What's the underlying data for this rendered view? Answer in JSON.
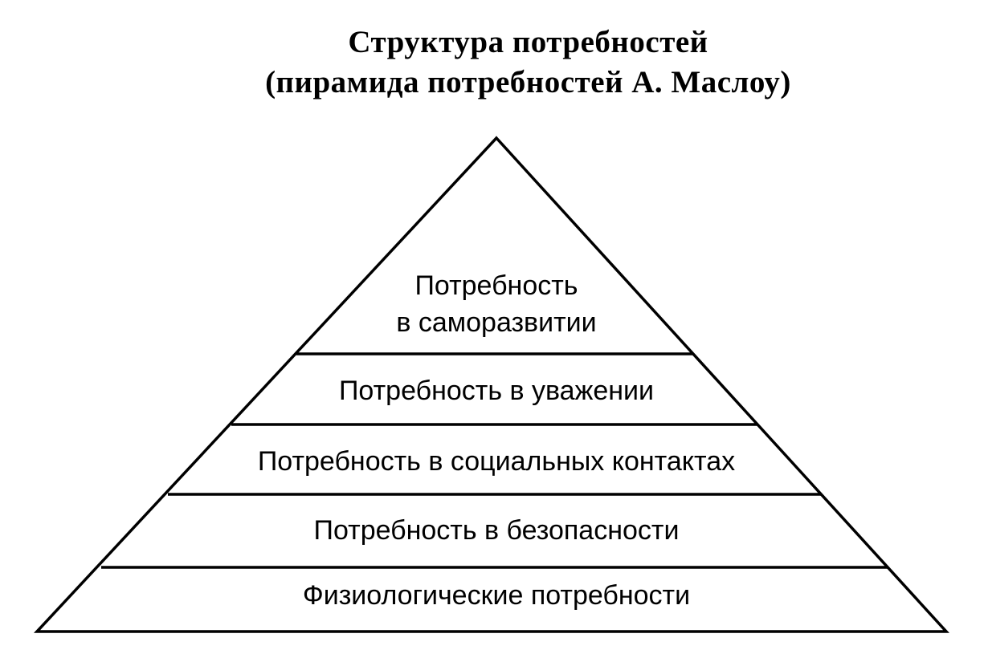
{
  "title": {
    "line1": "Структура потребностей",
    "line2": "(пирамида потребностей А. Маслоу)"
  },
  "levels": [
    {
      "lines": [
        "Потребность",
        "в саморазвитии"
      ]
    },
    {
      "lines": [
        "Потребность в уважении"
      ]
    },
    {
      "lines": [
        "Потребность в социальных контактах"
      ]
    },
    {
      "lines": [
        "Потребность в безопасности"
      ]
    },
    {
      "lines": [
        "Физиологические потребности"
      ]
    }
  ],
  "colors": {
    "stroke": "#000000",
    "background": "#ffffff"
  }
}
